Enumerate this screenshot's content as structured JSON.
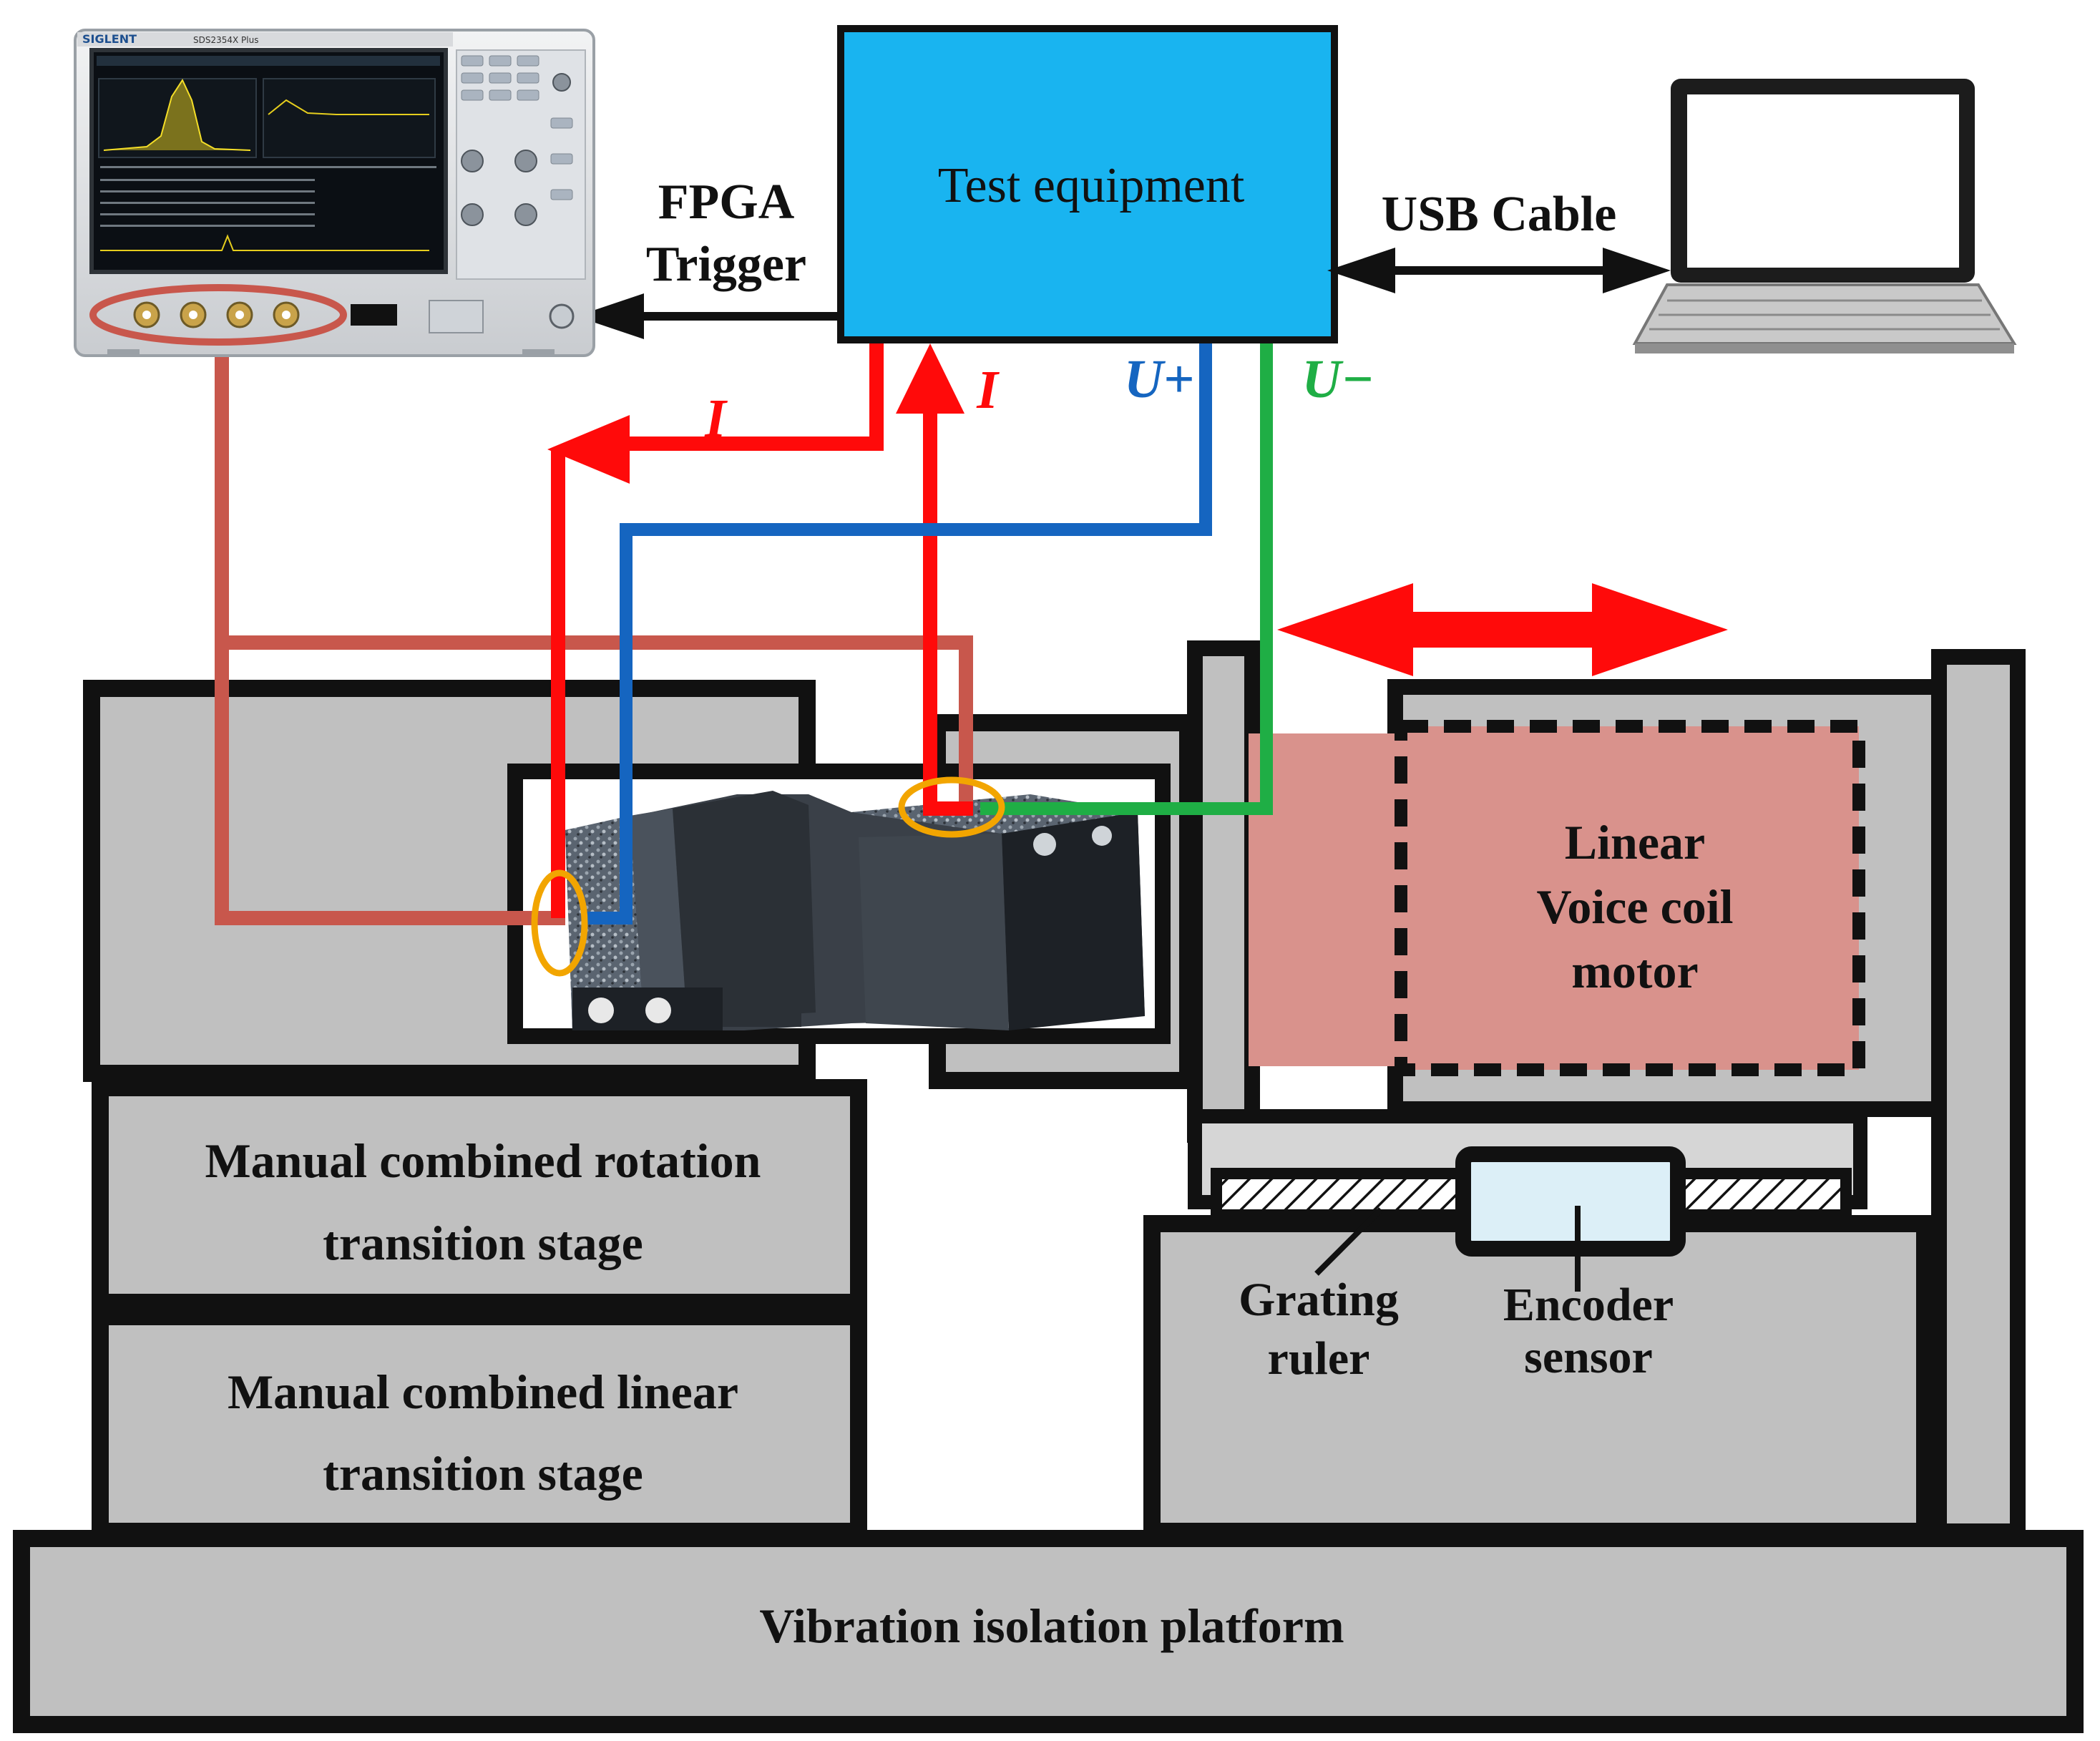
{
  "diagram": {
    "oscilloscope": {
      "brand": "SIGLENT",
      "model": "SDS2354X Plus"
    },
    "test_equipment": {
      "label": "Test equipment"
    },
    "fpga_trigger": {
      "line1": "FPGA",
      "line2": "Trigger"
    },
    "usb_cable": {
      "label": "USB Cable"
    },
    "signals": {
      "current_out": "I",
      "current_in": "I",
      "u_plus": "U+",
      "u_minus": "U−"
    },
    "motor": {
      "line1": "Linear",
      "line2": "Voice coil",
      "line3": "motor"
    },
    "rotation_stage": {
      "line1": "Manual combined rotation",
      "line2": "transition stage"
    },
    "linear_stage": {
      "line1": "Manual combined linear",
      "line2": "transition stage"
    },
    "grating_ruler": {
      "line1": "Grating",
      "line2": "ruler"
    },
    "encoder_sensor": {
      "line1": "Encoder",
      "line2": "sensor"
    },
    "platform": {
      "label": "Vibration isolation platform"
    },
    "colors": {
      "current": "#ff0a0a",
      "u_plus": "#1565c0",
      "u_minus": "#1fae45",
      "probe": "#c8574c",
      "test_equipment": "#19b4f0",
      "motor_fill": "#d9928c",
      "stage_fill": "#c0c0c0",
      "encoder_fill": "#dceff7",
      "highlight_ring": "#f2a500"
    }
  }
}
